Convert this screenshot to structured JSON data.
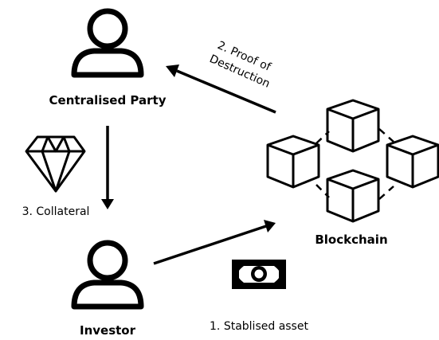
{
  "nodes": {
    "centralised_party": {
      "label": "Centralised Party",
      "icon": "person-icon"
    },
    "investor": {
      "label": "Investor",
      "icon": "person-icon"
    },
    "blockchain": {
      "label": "Blockchain",
      "icon": "blockchain-cubes-icon"
    }
  },
  "edges": {
    "stablised_asset": {
      "label": "1. Stablised asset",
      "icon": "banknote-icon"
    },
    "proof_of_destruction": {
      "line1": "2. Proof of",
      "line2": "Destruction"
    },
    "collateral": {
      "label": "3. Collateral",
      "icon": "diamond-icon"
    }
  },
  "colors": {
    "stroke": "#000000",
    "background": "#ffffff"
  }
}
